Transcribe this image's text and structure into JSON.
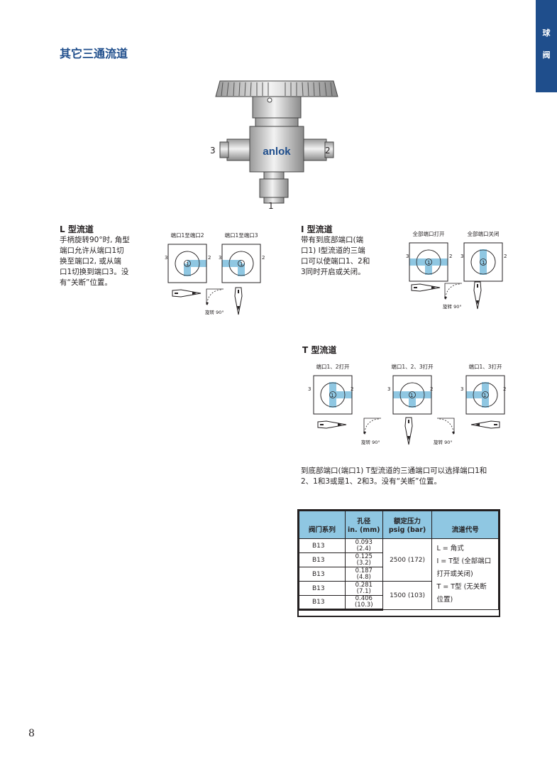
{
  "side_tab": {
    "line1": "球",
    "line2": "阀"
  },
  "title": "其它三通流道",
  "valve_figure": {
    "brand": "anlok",
    "port_left": "3",
    "port_right": "2",
    "port_bottom": "1"
  },
  "L": {
    "title": "L 型流道",
    "lines": [
      "手柄旋转90°时, 角型",
      "端口允许从端口1切",
      "换至端口2, 或从端",
      "口1切换到端口3。没",
      "有“关断”位置。"
    ],
    "states": [
      {
        "label": "端口1至端口2",
        "p3": "3",
        "p2": "2",
        "p1": "1",
        "mode": "L12"
      },
      {
        "label": "端口1至端口3",
        "p3": "3",
        "p2": "2",
        "p1": "1",
        "mode": "L13"
      }
    ],
    "rotate": "旋转 90°"
  },
  "I": {
    "title": "I 型流道",
    "lines": [
      "带有到底部端口(端",
      "口1) I型流道的三端",
      "口可以使端口1、2和",
      "3同时开启或关闭。"
    ],
    "states": [
      {
        "label": "全部端口打开",
        "p3": "3",
        "p2": "2",
        "p1": "1",
        "mode": "Iopen"
      },
      {
        "label": "全部端口关闭",
        "p3": "3",
        "p2": "2",
        "p1": "1",
        "mode": "Iclosed"
      }
    ],
    "rotate": "旋转 90°"
  },
  "T": {
    "title": "T 型流道",
    "states": [
      {
        "label": "端口1、2打开",
        "p3": "3",
        "p2": "2",
        "p1": "1",
        "mode": "T12"
      },
      {
        "label": "端口1、2、3打开",
        "p3": "3",
        "p2": "2",
        "p1": "1",
        "mode": "T123"
      },
      {
        "label": "端口1、3打开",
        "p3": "3",
        "p2": "2",
        "p1": "1",
        "mode": "T13"
      }
    ],
    "rotate1": "旋转 90°",
    "rotate2": "旋转 90°",
    "description_lines": [
      "到底部端口(端口1) T型流道的三通端口可以选择端口1和",
      "2、1和3或是1、2和3。没有“关断”位置。"
    ]
  },
  "table": {
    "headers": {
      "series": "阀门系列",
      "bore_1": "孔径",
      "bore_2": "in. (mm)",
      "pressure_1": "额定压力",
      "pressure_2": "psig (bar)",
      "code": "流道代号"
    },
    "rows": [
      {
        "series": "B13",
        "bore_in": "0.093",
        "bore_mm": "(2.4)"
      },
      {
        "series": "B13",
        "bore_in": "0.125",
        "bore_mm": "(3.2)"
      },
      {
        "series": "B13",
        "bore_in": "0.187",
        "bore_mm": "(4.8)"
      },
      {
        "series": "B13",
        "bore_in": "0.281",
        "bore_mm": "(7.1)"
      },
      {
        "series": "B13",
        "bore_in": "0.406",
        "bore_mm": "(10.3)"
      }
    ],
    "pressure_a": "2500 (172)",
    "pressure_b": "1500 (103)",
    "codes": [
      "L = 角式",
      "I  = T型 (全部端口",
      "打开或关闭)",
      "T = T型 (无关断",
      "位置)"
    ]
  },
  "page_number": "8",
  "colors": {
    "accent": "#1f4e8c",
    "flow": "#8fc7e2",
    "table_header": "#8fc7e2"
  }
}
